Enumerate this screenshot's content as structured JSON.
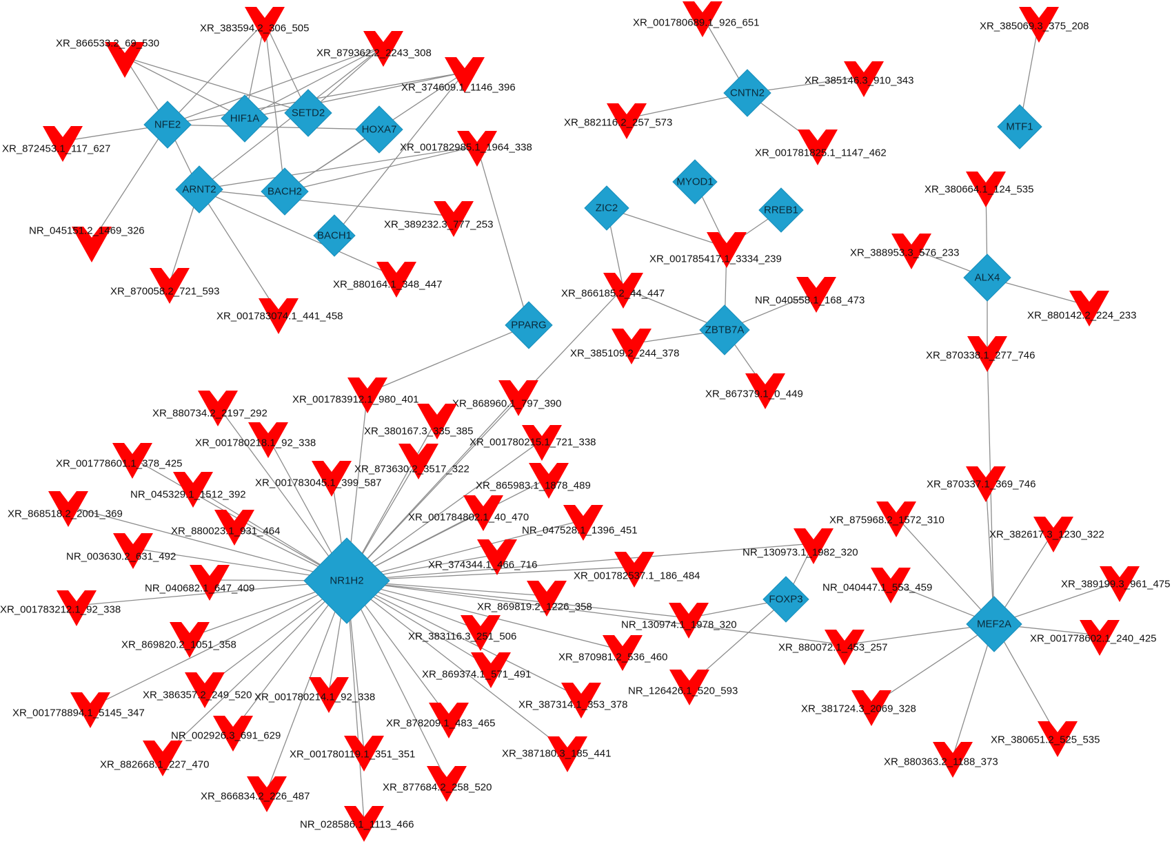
{
  "network": {
    "colors": {
      "tf": "#1fa0cf",
      "rna": "#ff0000",
      "edge": "#8c8c8c"
    },
    "tf_nodes": [
      {
        "id": "NFE2",
        "label": "NFE2"
      },
      {
        "id": "HIF1A",
        "label": "HIF1A"
      },
      {
        "id": "SETD2",
        "label": "SETD2"
      },
      {
        "id": "HOXA7",
        "label": "HOXA7"
      },
      {
        "id": "ARNT2",
        "label": "ARNT2"
      },
      {
        "id": "BACH2",
        "label": "BACH2"
      },
      {
        "id": "BACH1",
        "label": "BACH1"
      },
      {
        "id": "PPARG",
        "label": "PPARG"
      },
      {
        "id": "CNTN2",
        "label": "CNTN2"
      },
      {
        "id": "MTF1",
        "label": "MTF1"
      },
      {
        "id": "MYOD1",
        "label": "MYOD1"
      },
      {
        "id": "ZIC2",
        "label": "ZIC2"
      },
      {
        "id": "RREB1",
        "label": "RREB1"
      },
      {
        "id": "ALX4",
        "label": "ALX4"
      },
      {
        "id": "ZBTB7A",
        "label": "ZBTB7A"
      },
      {
        "id": "NR1H2",
        "label": "NR1H2"
      },
      {
        "id": "FOXP3",
        "label": "FOXP3"
      },
      {
        "id": "MEF2A",
        "label": "MEF2A"
      }
    ],
    "rna_nodes": [
      {
        "id": "r1",
        "label": "XR_866533.2_69_530"
      },
      {
        "id": "r2",
        "label": "XR_383594.2_306_505"
      },
      {
        "id": "r3",
        "label": "XR_879362.2_2243_308"
      },
      {
        "id": "r4",
        "label": "XR_374609.1_1146_396"
      },
      {
        "id": "r5",
        "label": "XR_872453.1_117_627"
      },
      {
        "id": "r6",
        "label": "XR_001782985.1_1964_338"
      },
      {
        "id": "r7",
        "label": "NR_045151.2_1469_326"
      },
      {
        "id": "r8",
        "label": "XR_389232.3_777_253"
      },
      {
        "id": "r9",
        "label": "XR_870058.2_721_593"
      },
      {
        "id": "r10",
        "label": "XR_880164.1_348_447"
      },
      {
        "id": "r11",
        "label": "XR_001783074.1_441_458"
      },
      {
        "id": "r12",
        "label": "XR_001780689.1_926_651"
      },
      {
        "id": "r13",
        "label": "XR_385146.3_910_343"
      },
      {
        "id": "r14",
        "label": "XR_882116.2_257_573"
      },
      {
        "id": "r15",
        "label": "XR_001781825.1_1147_462"
      },
      {
        "id": "r16",
        "label": "XR_385069.3_375_208"
      },
      {
        "id": "r17",
        "label": "XR_380664.1_124_535"
      },
      {
        "id": "r18",
        "label": "XR_388953.3_576_233"
      },
      {
        "id": "r19",
        "label": "XR_880142.2_224_233"
      },
      {
        "id": "r20",
        "label": "XR_870338.1_277_746"
      },
      {
        "id": "r21",
        "label": "XR_001785417.1_3334_239"
      },
      {
        "id": "r22",
        "label": "XR_866185.2_44_447"
      },
      {
        "id": "r23",
        "label": "NR_040558.1_168_473"
      },
      {
        "id": "r24",
        "label": "XR_385109.2_244_378"
      },
      {
        "id": "r25",
        "label": "XR_867379.1_0_449"
      },
      {
        "id": "r26",
        "label": "XR_001783912.1_980_401"
      },
      {
        "id": "r27",
        "label": "XR_880734.2_2197_292"
      },
      {
        "id": "r28",
        "label": "XR_868960.1_797_390"
      },
      {
        "id": "r29",
        "label": "XR_380167.3_335_385"
      },
      {
        "id": "r30",
        "label": "XR_001780218.1_92_338"
      },
      {
        "id": "r31",
        "label": "XR_001780215.1_721_338"
      },
      {
        "id": "r32",
        "label": "XR_001778601.1_378_425"
      },
      {
        "id": "r33",
        "label": "XR_873630.2_3517_322"
      },
      {
        "id": "r34",
        "label": "XR_001783045.1_399_587"
      },
      {
        "id": "r35",
        "label": "NR_045329.1_1512_392"
      },
      {
        "id": "r36",
        "label": "XR_865983.1_1878_489"
      },
      {
        "id": "r37",
        "label": "XR_868518.2_2001_369"
      },
      {
        "id": "r38",
        "label": "XR_001784802.1_40_470"
      },
      {
        "id": "r39",
        "label": "XR_880023.1_931_464"
      },
      {
        "id": "r40",
        "label": "NR_047528.1_1396_451"
      },
      {
        "id": "r41",
        "label": "NR_003630.2_631_492"
      },
      {
        "id": "r42",
        "label": "XR_374344.1_466_716"
      },
      {
        "id": "r43",
        "label": "XR_001782537.1_186_484"
      },
      {
        "id": "r44",
        "label": "NR_130973.1_1982_320"
      },
      {
        "id": "r45",
        "label": "NR_040682.1_647_409"
      },
      {
        "id": "r46",
        "label": "XR_001783212.1_92_338"
      },
      {
        "id": "r47",
        "label": "XR_869819.2_1226_358"
      },
      {
        "id": "r48",
        "label": "NR_130974.1_1978_320"
      },
      {
        "id": "r49",
        "label": "XR_383116.3_251_506"
      },
      {
        "id": "r50",
        "label": "XR_869820.2_1051_358"
      },
      {
        "id": "r51",
        "label": "XR_870981.2_536_460"
      },
      {
        "id": "r52",
        "label": "XR_869374.1_571_491"
      },
      {
        "id": "r53",
        "label": "NR_126426.1_520_593"
      },
      {
        "id": "r54",
        "label": "XR_386357.2_249_520"
      },
      {
        "id": "r55",
        "label": "XR_001780214.1_92_338"
      },
      {
        "id": "r56",
        "label": "XR_387314.1_353_378"
      },
      {
        "id": "r57",
        "label": "XR_001778894.1_5145_347"
      },
      {
        "id": "r58",
        "label": "NR_002926.3_691_629"
      },
      {
        "id": "r59",
        "label": "XR_878209.1_483_465"
      },
      {
        "id": "r60",
        "label": "XR_387180.3_185_441"
      },
      {
        "id": "r61",
        "label": "XR_882668.1_227_470"
      },
      {
        "id": "r62",
        "label": "XR_001780119.1_351_351"
      },
      {
        "id": "r63",
        "label": "XR_877684.2_258_520"
      },
      {
        "id": "r64",
        "label": "XR_866834.2_226_487"
      },
      {
        "id": "r65",
        "label": "NR_028586.1_1113_466"
      },
      {
        "id": "r66",
        "label": "XR_870337.1_369_746"
      },
      {
        "id": "r67",
        "label": "XR_875968.2_1572_310"
      },
      {
        "id": "r68",
        "label": "XR_382617.3_1230_322"
      },
      {
        "id": "r69",
        "label": "NR_040447.1_553_459"
      },
      {
        "id": "r70",
        "label": "XR_389199.3_961_475"
      },
      {
        "id": "r71",
        "label": "XR_880072.1_453_257"
      },
      {
        "id": "r72",
        "label": "XR_001778602.1_240_425"
      },
      {
        "id": "r73",
        "label": "XR_381724.3_2069_328"
      },
      {
        "id": "r74",
        "label": "XR_380651.2_525_535"
      },
      {
        "id": "r75",
        "label": "XR_880363.2_1188_373"
      }
    ],
    "edges": [
      [
        "NFE2",
        "r1"
      ],
      [
        "NFE2",
        "r2"
      ],
      [
        "NFE2",
        "r3"
      ],
      [
        "NFE2",
        "r4"
      ],
      [
        "NFE2",
        "r5"
      ],
      [
        "NFE2",
        "r7"
      ],
      [
        "NFE2",
        "ARNT2"
      ],
      [
        "NFE2",
        "HOXA7"
      ],
      [
        "HIF1A",
        "r1"
      ],
      [
        "HIF1A",
        "r2"
      ],
      [
        "HIF1A",
        "r3"
      ],
      [
        "HIF1A",
        "r4"
      ],
      [
        "SETD2",
        "r1"
      ],
      [
        "SETD2",
        "r2"
      ],
      [
        "SETD2",
        "r3"
      ],
      [
        "ARNT2",
        "r3"
      ],
      [
        "ARNT2",
        "r6"
      ],
      [
        "ARNT2",
        "r8"
      ],
      [
        "ARNT2",
        "r9"
      ],
      [
        "ARNT2",
        "r10"
      ],
      [
        "ARNT2",
        "r11"
      ],
      [
        "BACH2",
        "r2"
      ],
      [
        "BACH2",
        "r4"
      ],
      [
        "BACH2",
        "r6"
      ],
      [
        "BACH2",
        "HOXA7"
      ],
      [
        "BACH1",
        "r4"
      ],
      [
        "PPARG",
        "r6"
      ],
      [
        "PPARG",
        "r26"
      ],
      [
        "CNTN2",
        "r12"
      ],
      [
        "CNTN2",
        "r13"
      ],
      [
        "CNTN2",
        "r14"
      ],
      [
        "CNTN2",
        "r15"
      ],
      [
        "MTF1",
        "r16"
      ],
      [
        "MYOD1",
        "r21"
      ],
      [
        "ZIC2",
        "r21"
      ],
      [
        "RREB1",
        "r21"
      ],
      [
        "ZIC2",
        "r22"
      ],
      [
        "ZBTB7A",
        "r21"
      ],
      [
        "ZBTB7A",
        "r22"
      ],
      [
        "ZBTB7A",
        "r23"
      ],
      [
        "ZBTB7A",
        "r24"
      ],
      [
        "ZBTB7A",
        "r25"
      ],
      [
        "ALX4",
        "r17"
      ],
      [
        "ALX4",
        "r18"
      ],
      [
        "ALX4",
        "r19"
      ],
      [
        "ALX4",
        "r20"
      ],
      [
        "MEF2A",
        "r20"
      ],
      [
        "MEF2A",
        "r66"
      ],
      [
        "MEF2A",
        "r67"
      ],
      [
        "MEF2A",
        "r68"
      ],
      [
        "MEF2A",
        "r69"
      ],
      [
        "MEF2A",
        "r70"
      ],
      [
        "MEF2A",
        "r71"
      ],
      [
        "MEF2A",
        "r72"
      ],
      [
        "MEF2A",
        "r73"
      ],
      [
        "MEF2A",
        "r74"
      ],
      [
        "MEF2A",
        "r75"
      ],
      [
        "FOXP3",
        "r44"
      ],
      [
        "FOXP3",
        "r48"
      ],
      [
        "FOXP3",
        "r53"
      ],
      [
        "NR1H2",
        "r22"
      ],
      [
        "NR1H2",
        "r26"
      ],
      [
        "NR1H2",
        "r27"
      ],
      [
        "NR1H2",
        "r28"
      ],
      [
        "NR1H2",
        "r29"
      ],
      [
        "NR1H2",
        "r30"
      ],
      [
        "NR1H2",
        "r31"
      ],
      [
        "NR1H2",
        "r32"
      ],
      [
        "NR1H2",
        "r33"
      ],
      [
        "NR1H2",
        "r34"
      ],
      [
        "NR1H2",
        "r35"
      ],
      [
        "NR1H2",
        "r36"
      ],
      [
        "NR1H2",
        "r37"
      ],
      [
        "NR1H2",
        "r38"
      ],
      [
        "NR1H2",
        "r39"
      ],
      [
        "NR1H2",
        "r40"
      ],
      [
        "NR1H2",
        "r41"
      ],
      [
        "NR1H2",
        "r42"
      ],
      [
        "NR1H2",
        "r43"
      ],
      [
        "NR1H2",
        "r44"
      ],
      [
        "NR1H2",
        "r45"
      ],
      [
        "NR1H2",
        "r46"
      ],
      [
        "NR1H2",
        "r47"
      ],
      [
        "NR1H2",
        "r48"
      ],
      [
        "NR1H2",
        "r49"
      ],
      [
        "NR1H2",
        "r50"
      ],
      [
        "NR1H2",
        "r51"
      ],
      [
        "NR1H2",
        "r52"
      ],
      [
        "NR1H2",
        "r54"
      ],
      [
        "NR1H2",
        "r55"
      ],
      [
        "NR1H2",
        "r56"
      ],
      [
        "NR1H2",
        "r57"
      ],
      [
        "NR1H2",
        "r58"
      ],
      [
        "NR1H2",
        "r59"
      ],
      [
        "NR1H2",
        "r60"
      ],
      [
        "NR1H2",
        "r61"
      ],
      [
        "NR1H2",
        "r62"
      ],
      [
        "NR1H2",
        "r63"
      ],
      [
        "NR1H2",
        "r64"
      ],
      [
        "NR1H2",
        "r65"
      ],
      [
        "NR1H2",
        "r71"
      ]
    ]
  }
}
